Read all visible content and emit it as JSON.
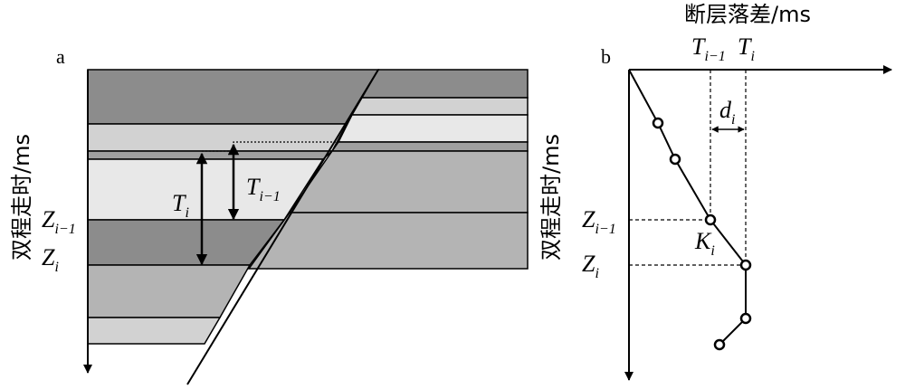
{
  "panel_a": {
    "label": "a",
    "y_axis_label": "双程走时/ms",
    "labels": {
      "T_i": {
        "main": "T",
        "sub": "i"
      },
      "T_i_minus_1": {
        "main": "T",
        "sub": "i−1"
      },
      "Z_i_minus_1": {
        "main": "Z",
        "sub": "i−1"
      },
      "Z_i": {
        "main": "Z",
        "sub": "i"
      }
    },
    "colors": {
      "dark": "#8c8c8c",
      "mid_dark": "#a0a0a0",
      "mid": "#b4b4b4",
      "light": "#d2d2d2",
      "lighter": "#e8e8e8",
      "outline": "#000000"
    }
  },
  "panel_b": {
    "label": "b",
    "x_axis_label": "断层落差/ms",
    "y_axis_label": "双程走时/ms",
    "labels": {
      "T_i_minus_1": {
        "main": "T",
        "sub": "i−1"
      },
      "T_i": {
        "main": "T",
        "sub": "i"
      },
      "d_i": {
        "main": "d",
        "sub": "i"
      },
      "K_i": {
        "main": "K",
        "sub": "i"
      },
      "Z_i_minus_1": {
        "main": "Z",
        "sub": "i−1"
      },
      "Z_i": {
        "main": "Z",
        "sub": "i"
      }
    }
  }
}
